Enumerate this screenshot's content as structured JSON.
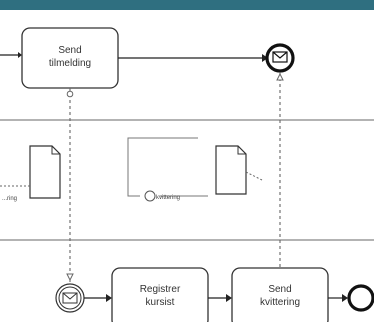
{
  "diagram": {
    "tasks": [
      {
        "id": "send-tilmelding",
        "lines": [
          "Send",
          "tilmelding"
        ]
      },
      {
        "id": "registrer-kursist",
        "lines": [
          "Registrer",
          "kursist"
        ]
      },
      {
        "id": "send-kvittering",
        "lines": [
          "Send",
          "kvittering"
        ]
      }
    ],
    "data_labels": {
      "left_document": "...ring",
      "loop_label": "kvittering"
    },
    "colors": {
      "background": "#2f6f80",
      "canvas": "#ffffff",
      "stroke": "#222222",
      "lane_line": "#9a9a9a",
      "dashed": "#666666"
    }
  }
}
